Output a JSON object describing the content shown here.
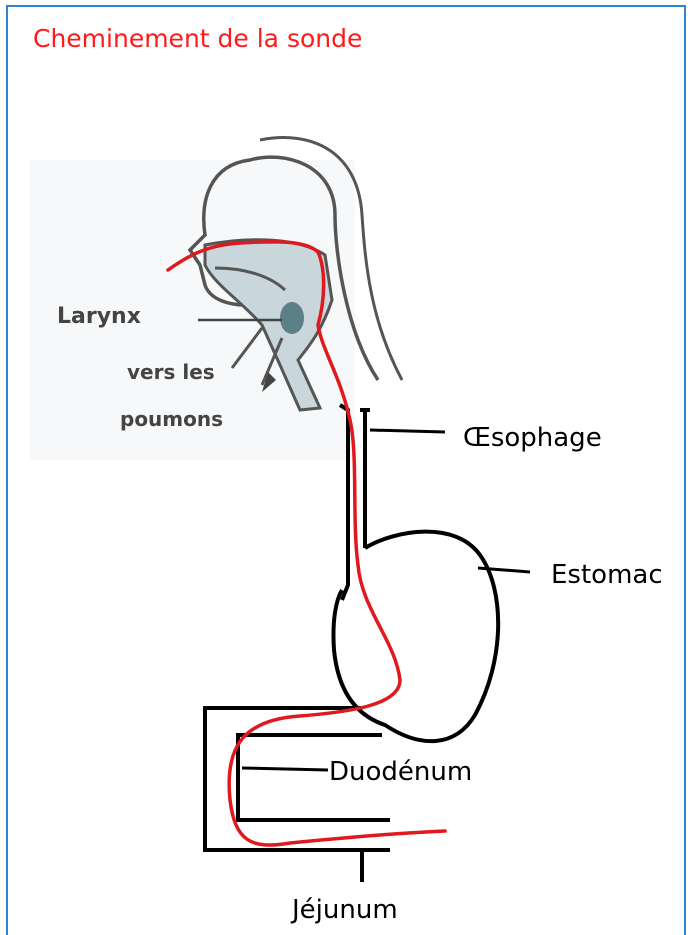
{
  "title": "Cheminement de la sonde",
  "labels": {
    "larynx": "Larynx",
    "lungs_line1": "vers les",
    "lungs_line2": "poumons",
    "esophagus": "Œsophage",
    "stomach": "Estomac",
    "duodenum": "Duodénum",
    "jejunum": "Jéjunum"
  },
  "colors": {
    "title": "#ff1a1a",
    "tube": "#e0191f",
    "frame": "#2e83d4",
    "airway_fill": "#c9d6dc",
    "larynx_fill": "#5d7f86"
  }
}
